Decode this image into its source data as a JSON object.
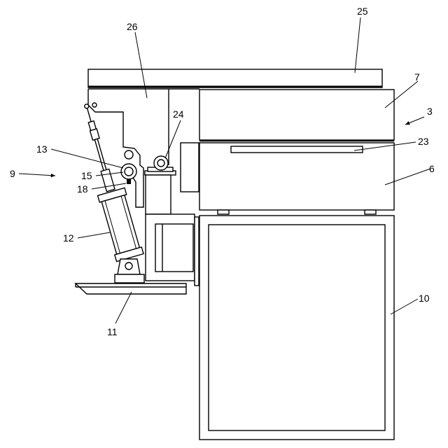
{
  "labels": {
    "l3": "3",
    "l6": "6",
    "l7": "7",
    "l9": "9",
    "l10": "10",
    "l11": "11",
    "l12": "12",
    "l13": "13",
    "l15": "15",
    "l18": "18",
    "l23": "23",
    "l24": "24",
    "l25": "25",
    "l26": "26"
  }
}
